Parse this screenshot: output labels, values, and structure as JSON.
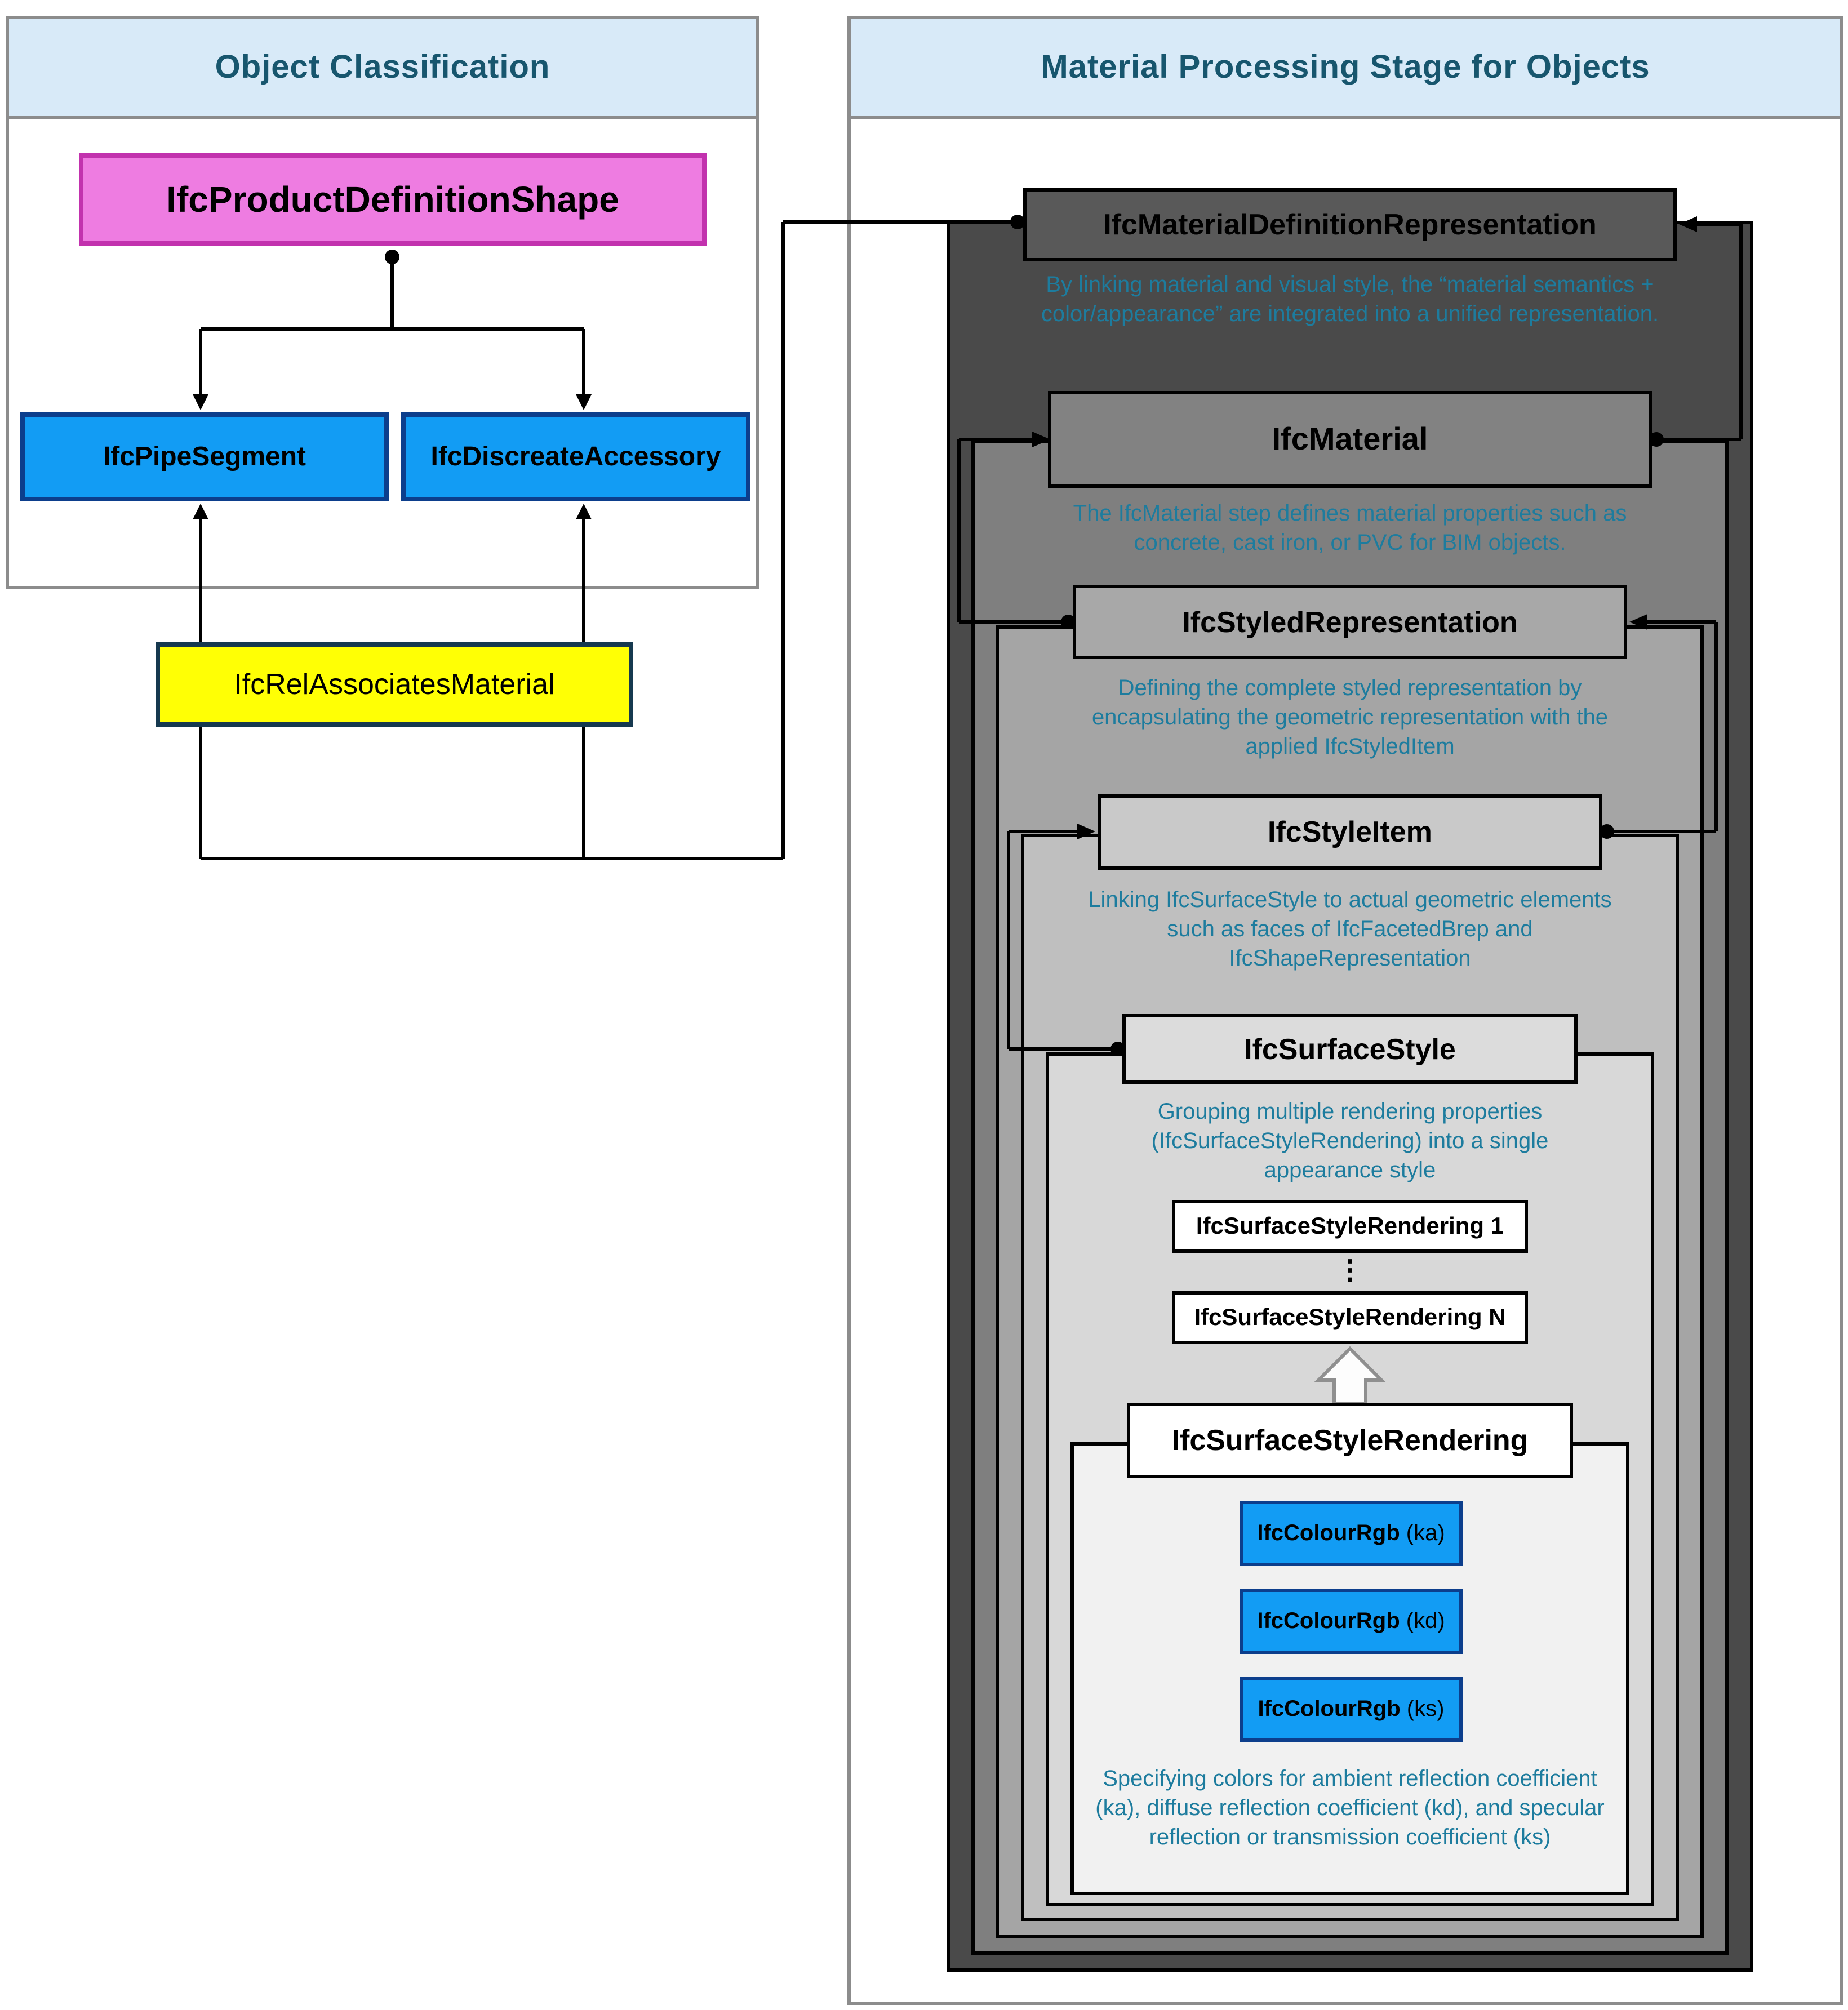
{
  "left_panel": {
    "title": "Object Classification",
    "boxes": {
      "product": "IfcProductDefinitionShape",
      "pipe": "IfcPipeSegment",
      "accessory": "IfcDiscreateAccessory",
      "rel": "IfcRelAssociatesMaterial"
    }
  },
  "right_panel": {
    "title": "Material Processing Stage for Objects",
    "stages": [
      {
        "title": "IfcMaterialDefinitionRepresentation",
        "desc": "By linking material and visual style, the “material semantics + color/appearance” are integrated into a unified representation."
      },
      {
        "title": "IfcMaterial",
        "desc": "The IfcMaterial step defines material properties such as concrete, cast iron, or PVC for BIM objects."
      },
      {
        "title": "IfcStyledRepresentation",
        "desc": "Defining the complete styled representation by encapsulating the geometric representation with the applied IfcStyledItem"
      },
      {
        "title": "IfcStyleItem",
        "desc": "Linking IfcSurfaceStyle to actual geometric elements such as faces of IfcFacetedBrep and IfcShapeRepresentation"
      },
      {
        "title": "IfcSurfaceStyle",
        "desc": "Grouping multiple rendering properties (IfcSurfaceStyleRendering) into a single appearance style"
      }
    ],
    "rendering_list": {
      "first": "IfcSurfaceStyleRendering 1",
      "ellipsis": "⋮",
      "last": "IfcSurfaceStyleRendering N"
    },
    "rendering_detail": {
      "title": "IfcSurfaceStyleRendering",
      "colour_boxes": [
        {
          "name": "IfcColourRgb",
          "suffix": " (ka)"
        },
        {
          "name": "IfcColourRgb",
          "suffix": " (kd)"
        },
        {
          "name": "IfcColourRgb",
          "suffix": " (ks)"
        }
      ],
      "desc": "Specifying colors for ambient reflection coefficient (ka), diffuse reflection coefficient (kd), and specular reflection or transmission coefficient (ks)"
    }
  },
  "theme": {
    "header_fill": "#d8eaf8",
    "header_text": "#17566e",
    "panel_border": "#8c8c8c",
    "pink_fill": "#ee7ce1",
    "pink_border": "#c232ae",
    "blue_fill": "#129cf4",
    "blue_border": "#0c3e8c",
    "yellow_fill": "#ffff05",
    "yellow_border": "#16394f",
    "desc_text": "#1d7c9e",
    "gray_levels": [
      "#4a4a4a",
      "#7f7f7f",
      "#a5a5a5",
      "#bfbfbf",
      "#d8d8d8",
      "#f1f1f1"
    ],
    "title_fills": [
      "#595959",
      "#828282",
      "#a8a8a8",
      "#c9c9c9",
      "#dcdcdc",
      "#ffffff"
    ]
  }
}
